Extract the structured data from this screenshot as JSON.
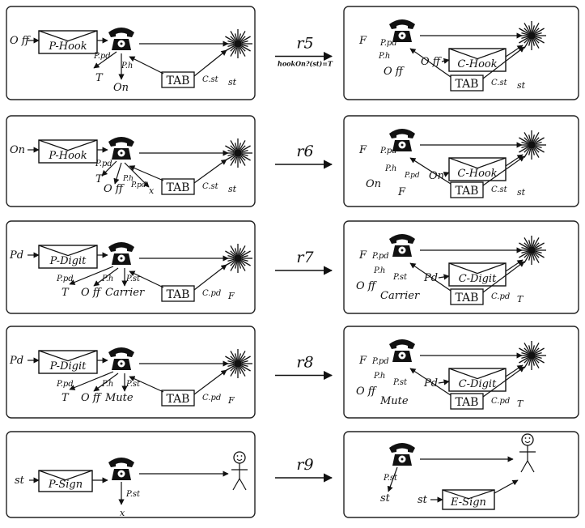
{
  "rows": [
    {
      "rule": "r5",
      "condition": "hookOn?(st)=T",
      "left": {
        "target": "sun",
        "message": {
          "label": "P-Hook",
          "input": "O ff"
        },
        "labels": {
          "a": "P.pd",
          "b": "P.h",
          "c": "T",
          "d": "On",
          "tab": "TAB",
          "tabEdge": "C.st",
          "tabEnd": "st"
        }
      },
      "right": {
        "target": "sun",
        "message": {
          "label": "C-Hook",
          "input": "O ff"
        },
        "labels": {
          "a": "F",
          "b": "P.pd",
          "c": "P.h",
          "d": "O ff",
          "tab": "TAB",
          "tabEdge": "C.st",
          "tabEnd": "st"
        }
      }
    },
    {
      "rule": "r6",
      "condition": "",
      "left": {
        "target": "sun",
        "message": {
          "label": "P-Hook",
          "input": "On"
        },
        "labels": {
          "a": "P.pd",
          "b": "T",
          "c": "P.h",
          "d": "O ff",
          "e": "P.pd",
          "f": "x",
          "tab": "TAB",
          "tabEdge": "C.st",
          "tabEnd": "st"
        }
      },
      "right": {
        "target": "sun",
        "message": {
          "label": "C-Hook",
          "input": "On"
        },
        "labels": {
          "a": "F",
          "b": "P.pd",
          "c": "P.h",
          "d": "On",
          "e": "P.pd",
          "f": "F",
          "tab": "TAB",
          "tabEdge": "C.st",
          "tabEnd": "st"
        }
      }
    },
    {
      "rule": "r7",
      "condition": "",
      "left": {
        "target": "sun",
        "message": {
          "label": "P-Digit",
          "input": "Pd"
        },
        "labels": {
          "a": "P.pd",
          "b": "P.h",
          "c": "P.st",
          "d": "T",
          "e": "O ff",
          "f": "Carrier",
          "tab": "TAB",
          "tabEdge": "C.pd",
          "tabEnd": "F"
        }
      },
      "right": {
        "target": "sun",
        "message": {
          "label": "C-Digit",
          "input": "Pd"
        },
        "labels": {
          "a": "F",
          "b": "P.pd",
          "c": "P.h",
          "d": "P.st",
          "e": "O ff",
          "f": "Carrier",
          "tab": "TAB",
          "tabEdge": "C.pd",
          "tabEnd": "T"
        }
      }
    },
    {
      "rule": "r8",
      "condition": "",
      "left": {
        "target": "sun",
        "message": {
          "label": "P-Digit",
          "input": "Pd"
        },
        "labels": {
          "a": "P.pd",
          "b": "P.h",
          "c": "P.st",
          "d": "T",
          "e": "O ff",
          "f": "Mute",
          "tab": "TAB",
          "tabEdge": "C.pd",
          "tabEnd": "F"
        }
      },
      "right": {
        "target": "sun",
        "message": {
          "label": "C-Digit",
          "input": "Pd"
        },
        "labels": {
          "a": "F",
          "b": "P.pd",
          "c": "P.h",
          "d": "P.st",
          "e": "O ff",
          "f": "Mute",
          "tab": "TAB",
          "tabEdge": "C.pd",
          "tabEnd": "T"
        }
      }
    },
    {
      "rule": "r9",
      "condition": "",
      "left": {
        "target": "person",
        "message": {
          "label": "P-Sign",
          "input": "st"
        },
        "labels": {
          "a": "P.st",
          "b": "x"
        }
      },
      "right": {
        "target": "person",
        "message": {
          "label": "E-Sign",
          "input": "st"
        },
        "labels": {
          "a": "P.st",
          "b": "st"
        }
      }
    }
  ]
}
